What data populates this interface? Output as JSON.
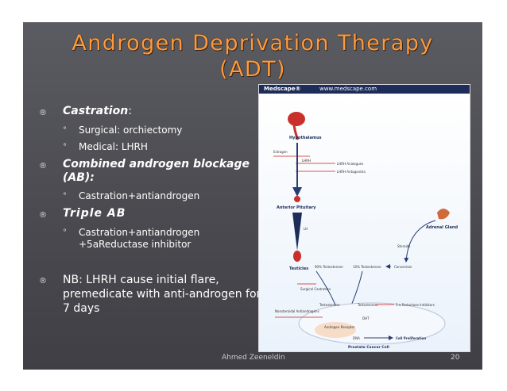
{
  "slide": {
    "title_line1": "Androgen Deprivation Therapy",
    "title_line2": "(ADT)",
    "footer_name": "Ahmed Zeeneldin",
    "footer_page": "20"
  },
  "bullets": [
    {
      "mark": "®",
      "lead": "Castration",
      "rest": ":",
      "subs": [
        "Surgical: orchiectomy",
        "Medical: LHRH"
      ]
    },
    {
      "mark": "®",
      "lead": "Combined androgen blockage (AB):",
      "rest": "",
      "subs": [
        "Castration+antiandrogen"
      ]
    },
    {
      "mark": "®",
      "lead": "Triple AB",
      "rest": "",
      "subs": [
        "Castration+antiandrogen +5aReductase inhibitor"
      ]
    },
    {
      "mark": "®",
      "lead": "",
      "rest": "NB: LHRH cause initial flare, premedicate with anti-androgen for 7 days",
      "subs": []
    }
  ],
  "sub_mark": "°",
  "figure": {
    "logo": "Medscape®",
    "url": "www.medscape.com",
    "labels": {
      "hypothalamus": "Hypothalamus",
      "estrogen": "Estrogen",
      "lhrh": "LHRH",
      "lhrh_analogues": "LHRH Analogues",
      "lhrh_antagonists": "LHRH Antagonists",
      "anterior_pituitary": "Anterior Pituitary",
      "lh": "LH",
      "adrenal_gland": "Adrenal Gland",
      "steroids": "Steroids",
      "testicles": "Testicles",
      "testo90": "90% Testosterone",
      "testo10": "10% Testosterone",
      "conversion": "Conversion",
      "surgical_castration": "Surgical Castration",
      "testosterone_a": "Testosterone",
      "testosterone_b": "Testosterone",
      "reductase": "5-α Reductase Inhibitors",
      "nonsteroidal": "Nonsteroidal Antiandrogens",
      "dht": "DHT",
      "androgen_receptor": "Androgen Receptor",
      "dna": "DNA",
      "cell_proliferation": "Cell Proliferation",
      "prostate_cancer_cell": "Prostate Cancer Cell"
    }
  }
}
